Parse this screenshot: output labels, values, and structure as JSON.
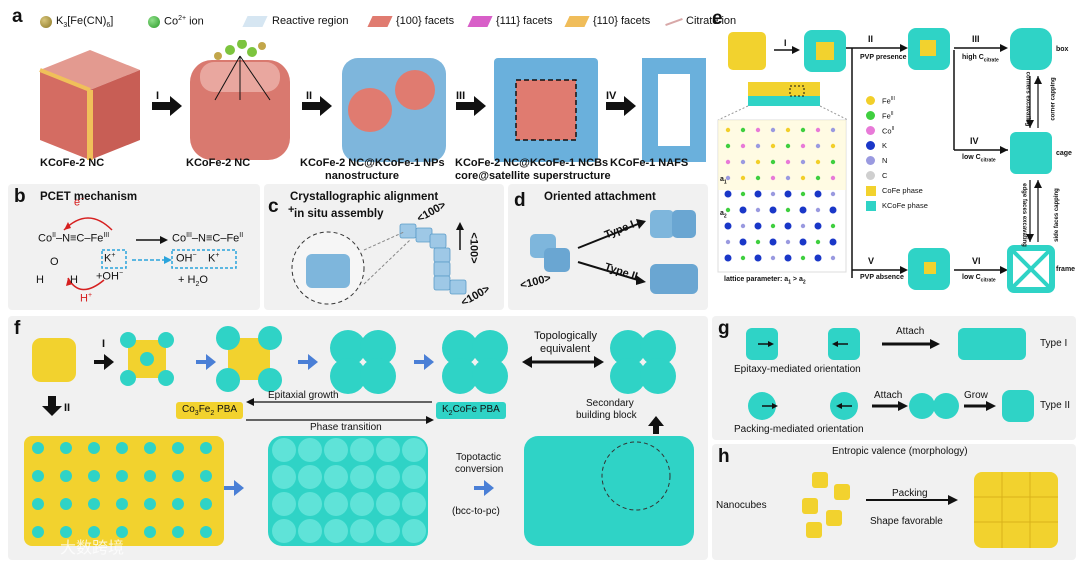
{
  "panel_a": {
    "label": "a",
    "legend": {
      "k3_prefix": "K",
      "k3_sub": "3",
      "k3_mid": "[Fe(CN)",
      "k3_sub2": "6",
      "k3_end": "]",
      "co_ion": "Co",
      "co_sup": "2+",
      "co_end": " ion",
      "reactive": "Reactive region",
      "f100": "{100} facets",
      "f111": "{111} facets",
      "f110": "{110} facets",
      "citrate": "Citrate ion"
    },
    "steps": [
      "I",
      "II",
      "III",
      "IV"
    ],
    "captions": {
      "c1": "KCoFe-2 NC",
      "c2": "KCoFe-2 NC",
      "c3a": "KCoFe-2 NC@KCoFe-1 NPs",
      "c3b": "nanostructure",
      "c4a": "KCoFe-2 NC@KCoFe-1 NCBs",
      "c4b": "core@satellite superstructure",
      "c5": "KCoFe-1 NAFS"
    }
  },
  "panel_b": {
    "label": "b",
    "title": "PCET mechanism",
    "electron": "e",
    "electron_sup": "−",
    "left_formula": "Co",
    "left_ii": "II",
    "left_mid": "–N≡C–Fe",
    "left_iii": "III",
    "right_formula": "Co",
    "right_iii": "III",
    "right_mid": "–N≡C–Fe",
    "right_ii": "II",
    "o": "O",
    "h1": "H",
    "h2": "H",
    "k_plus": "K",
    "k_sup": "+",
    "plus_oh": "+OH",
    "oh_sup": "−",
    "proton": "H",
    "proton_sup": "+",
    "oh_right": "OH",
    "oh_right_sup": "−",
    "k_right": "K",
    "k_right_sup": "+",
    "water": "+ H",
    "water_sub": "2",
    "water_end": "O"
  },
  "panel_c": {
    "label": "c",
    "title1": "Crystallographic alignment",
    "title2": "in situ assembly",
    "plus": "+",
    "dir1": "<100>",
    "dir2": "<100>",
    "dir3": "<100>"
  },
  "panel_d": {
    "label": "d",
    "title": "Oriented attachment",
    "type1": "Type I",
    "type2": "Type II",
    "dir": "<100>"
  },
  "panel_e": {
    "label": "e",
    "steps": [
      "I",
      "II",
      "III",
      "IV",
      "V",
      "VI"
    ],
    "pvp_presence": "PVP presence",
    "pvp_absence": "PVP absence",
    "high_c": "high C",
    "high_c_sub": "citrate",
    "low_c1": "low C",
    "low_c1_sub": "citrate",
    "low_c2": "low C",
    "low_c2_sub": "citrate",
    "corners_excavating": "corners excavating",
    "corner_capping": "corner capping",
    "edge_faces_excavating": "edge faces excavating",
    "side_faces_capping": "side faces capping",
    "box": "box",
    "cage": "cage",
    "frame": "frame",
    "a1": "a",
    "a1_sub": "1",
    "a2": "a",
    "a2_sub": "2",
    "lattice": "lattice parameter: a",
    "lattice_sub1": "1",
    "lattice_mid": " > a",
    "lattice_sub2": "2",
    "legend": [
      {
        "label": "Fe",
        "sup": "III",
        "color": "#f2cf2a"
      },
      {
        "label": "Fe",
        "sup": "II",
        "color": "#3fcf3f"
      },
      {
        "label": "Co",
        "sup": "II",
        "color": "#e87ad8"
      },
      {
        "label": "K",
        "sup": "",
        "color": "#1a37c8"
      },
      {
        "label": "N",
        "sup": "",
        "color": "#9a9ae0"
      },
      {
        "label": "C",
        "sup": "",
        "color": "#cfcfcf"
      },
      {
        "label": "CoFe phase",
        "sup": "",
        "color": "#f2d22e"
      },
      {
        "label": "KCoFe phase",
        "sup": "",
        "color": "#2fd3c6"
      }
    ]
  },
  "panel_f": {
    "label": "f",
    "step1": "I",
    "step2": "II",
    "topologically1": "Topologically",
    "topologically2": "equivalent",
    "epitaxial": "Epitaxial growth",
    "phase_transition": "Phase transition",
    "co_pba": "Co",
    "co_pba_sub1": "3",
    "co_pba_mid": "Fe",
    "co_pba_sub2": "2",
    "co_pba_end": " PBA",
    "k_pba": "K",
    "k_pba_sub": "2",
    "k_pba_end": "CoFe PBA",
    "secondary1": "Secondary",
    "secondary2": "building block",
    "topotactic1": "Topotactic",
    "topotactic2": "conversion",
    "bcc": "(bcc-to-pc)"
  },
  "panel_g": {
    "label": "g",
    "attach1": "Attach",
    "attach2": "Attach",
    "grow": "Grow",
    "type1": "Type I",
    "type2": "Type II",
    "epitaxy": "Epitaxy-mediated orientation",
    "packing": "Packing-mediated orientation"
  },
  "panel_h": {
    "label": "h",
    "title": "Entropic valence (morphology)",
    "nanocubes": "Nanocubes",
    "packing": "Packing",
    "shape": "Shape favorable"
  },
  "watermark": "大数跨境",
  "colors": {
    "yellow": "#f2d22e",
    "cyan": "#2fd3c6",
    "blue": "#6ab0dc",
    "salmon": "#d97b70",
    "panel_bg": "#f1f1f1"
  }
}
